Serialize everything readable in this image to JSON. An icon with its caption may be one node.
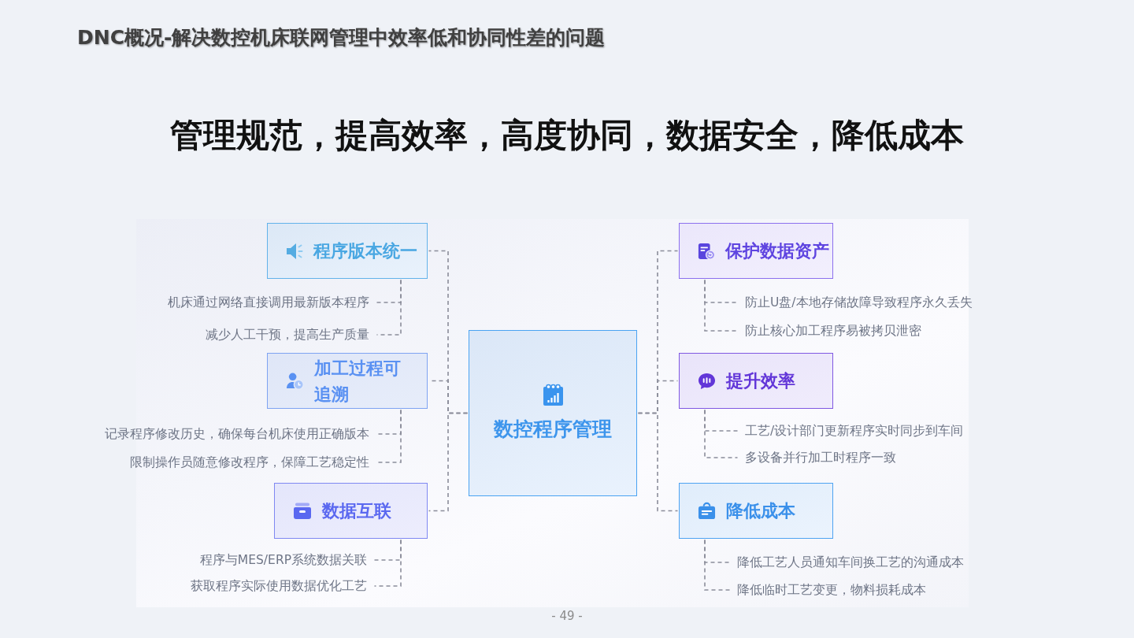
{
  "diagram": {
    "title": "DNC概况-解决数控机床联网管理中效率低和协同性差的问题",
    "nodes": [
      {
        "text": [
          "数控程序管理"
        ]
      },
      {
        "text": [
          "程序版本统一"
        ]
      },
      {
        "text": [
          "机床通过网络直接调用最新版本程序"
        ]
      },
      {
        "text": [
          "减少人工干预，提高生产质量"
        ]
      },
      {
        "text": [
          "加工过程可追溯"
        ]
      },
      {
        "text": [
          "记录程序修改历史，确保每台机床使用正确版本"
        ]
      },
      {
        "text": [
          "限制操作员随意修改程序，保障工艺稳定性"
        ]
      },
      {
        "text": [
          "数据互联"
        ]
      },
      {
        "text": [
          "程序与MES/ERP系统数据关联"
        ]
      },
      {
        "text": [
          "获取程序实际使用数据优化工艺"
        ]
      },
      {
        "text": [
          "保护数据资产"
        ]
      },
      {
        "text": [
          "防止U盘/本地存储故障导致程序永久丢失"
        ]
      },
      {
        "text": [
          "防止核心加工程序易被拷贝泄密"
        ]
      },
      {
        "text": [
          "提升效率"
        ]
      },
      {
        "text": [
          "工艺/设计部门更新程序实时同步到车间"
        ]
      },
      {
        "text": [
          "多设备并行加工时程序一致"
        ]
      },
      {
        "text": [
          "降低成本"
        ]
      },
      {
        "text": [
          "降低工艺人员通知车间换工艺的沟通成本"
        ]
      },
      {
        "text": [
          "降低临时工艺变更，物料损耗成本"
        ]
      }
    ],
    "edges": [
      {
        "from": 0,
        "to": 1,
        "arrow": "none",
        "style": "dashed"
      },
      {
        "from": 0,
        "to": 4,
        "arrow": "none",
        "style": "dashed"
      },
      {
        "from": 0,
        "to": 7,
        "arrow": "none",
        "style": "dashed"
      },
      {
        "from": 0,
        "to": 10,
        "arrow": "none",
        "style": "dashed"
      },
      {
        "from": 0,
        "to": 13,
        "arrow": "none",
        "style": "dashed"
      },
      {
        "from": 0,
        "to": 16,
        "arrow": "none",
        "style": "dashed"
      },
      {
        "from": 1,
        "to": 2,
        "arrow": "none",
        "style": "dashed"
      },
      {
        "from": 1,
        "to": 3,
        "arrow": "none",
        "style": "dashed"
      },
      {
        "from": 4,
        "to": 5,
        "arrow": "none",
        "style": "dashed"
      },
      {
        "from": 4,
        "to": 6,
        "arrow": "none",
        "style": "dashed"
      },
      {
        "from": 7,
        "to": 8,
        "arrow": "none",
        "style": "dashed"
      },
      {
        "from": 7,
        "to": 9,
        "arrow": "none",
        "style": "dashed"
      },
      {
        "from": 10,
        "to": 11,
        "arrow": "none",
        "style": "dashed"
      },
      {
        "from": 10,
        "to": 12,
        "arrow": "none",
        "style": "dashed"
      },
      {
        "from": 13,
        "to": 14,
        "arrow": "none",
        "style": "dashed"
      },
      {
        "from": 13,
        "to": 15,
        "arrow": "none",
        "style": "dashed"
      },
      {
        "from": 16,
        "to": 17,
        "arrow": "none",
        "style": "dashed"
      },
      {
        "from": 16,
        "to": 18,
        "arrow": "none",
        "style": "dashed"
      }
    ],
    "labels": [
      "管理规范，提高效率，高度协同，数据安全，降低成本",
      "- 49 -"
    ]
  }
}
